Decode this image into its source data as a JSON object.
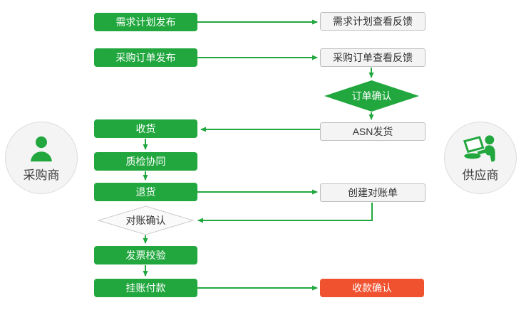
{
  "actors": {
    "buyer": {
      "label": "采购商",
      "icon": "person-icon"
    },
    "supplier": {
      "label": "供应商",
      "icon": "person-at-laptop-icon"
    }
  },
  "nodes": {
    "demand_plan_publish": {
      "label": "需求计划发布",
      "type": "process",
      "owner": "buyer"
    },
    "demand_plan_feedback": {
      "label": "需求计划查看反馈",
      "type": "document",
      "owner": "supplier"
    },
    "po_publish": {
      "label": "采购订单发布",
      "type": "process",
      "owner": "buyer"
    },
    "po_feedback": {
      "label": "采购订单查看反馈",
      "type": "document",
      "owner": "supplier"
    },
    "order_confirm": {
      "label": "订单确认",
      "type": "decision",
      "owner": "supplier"
    },
    "asn_ship": {
      "label": "ASN发货",
      "type": "document",
      "owner": "supplier"
    },
    "receive": {
      "label": "收货",
      "type": "process",
      "owner": "buyer"
    },
    "quality_check": {
      "label": "质检协同",
      "type": "process",
      "owner": "buyer"
    },
    "return_goods": {
      "label": "退货",
      "type": "process",
      "owner": "buyer"
    },
    "create_statement": {
      "label": "创建对账单",
      "type": "document",
      "owner": "supplier"
    },
    "statement_confirm": {
      "label": "对账确认",
      "type": "decision",
      "owner": "buyer"
    },
    "invoice_verify": {
      "label": "发票校验",
      "type": "process",
      "owner": "buyer"
    },
    "payment": {
      "label": "挂账付款",
      "type": "process",
      "owner": "buyer"
    },
    "receipt_confirm": {
      "label": "收款确认",
      "type": "terminal",
      "owner": "supplier"
    }
  },
  "edges": [
    {
      "from": "demand_plan_publish",
      "to": "demand_plan_feedback"
    },
    {
      "from": "po_publish",
      "to": "po_feedback"
    },
    {
      "from": "po_feedback",
      "to": "order_confirm"
    },
    {
      "from": "order_confirm",
      "to": "asn_ship"
    },
    {
      "from": "asn_ship",
      "to": "receive"
    },
    {
      "from": "receive",
      "to": "quality_check"
    },
    {
      "from": "quality_check",
      "to": "return_goods"
    },
    {
      "from": "return_goods",
      "to": "create_statement"
    },
    {
      "from": "create_statement",
      "to": "statement_confirm"
    },
    {
      "from": "statement_confirm",
      "to": "invoice_verify"
    },
    {
      "from": "invoice_verify",
      "to": "payment"
    },
    {
      "from": "payment",
      "to": "receipt_confirm"
    }
  ],
  "colors": {
    "green": "#21a73e",
    "red": "#f0512f",
    "light_fill": "#f4f4f4",
    "light_border": "#bfbfbf",
    "dark_text": "#333333"
  }
}
